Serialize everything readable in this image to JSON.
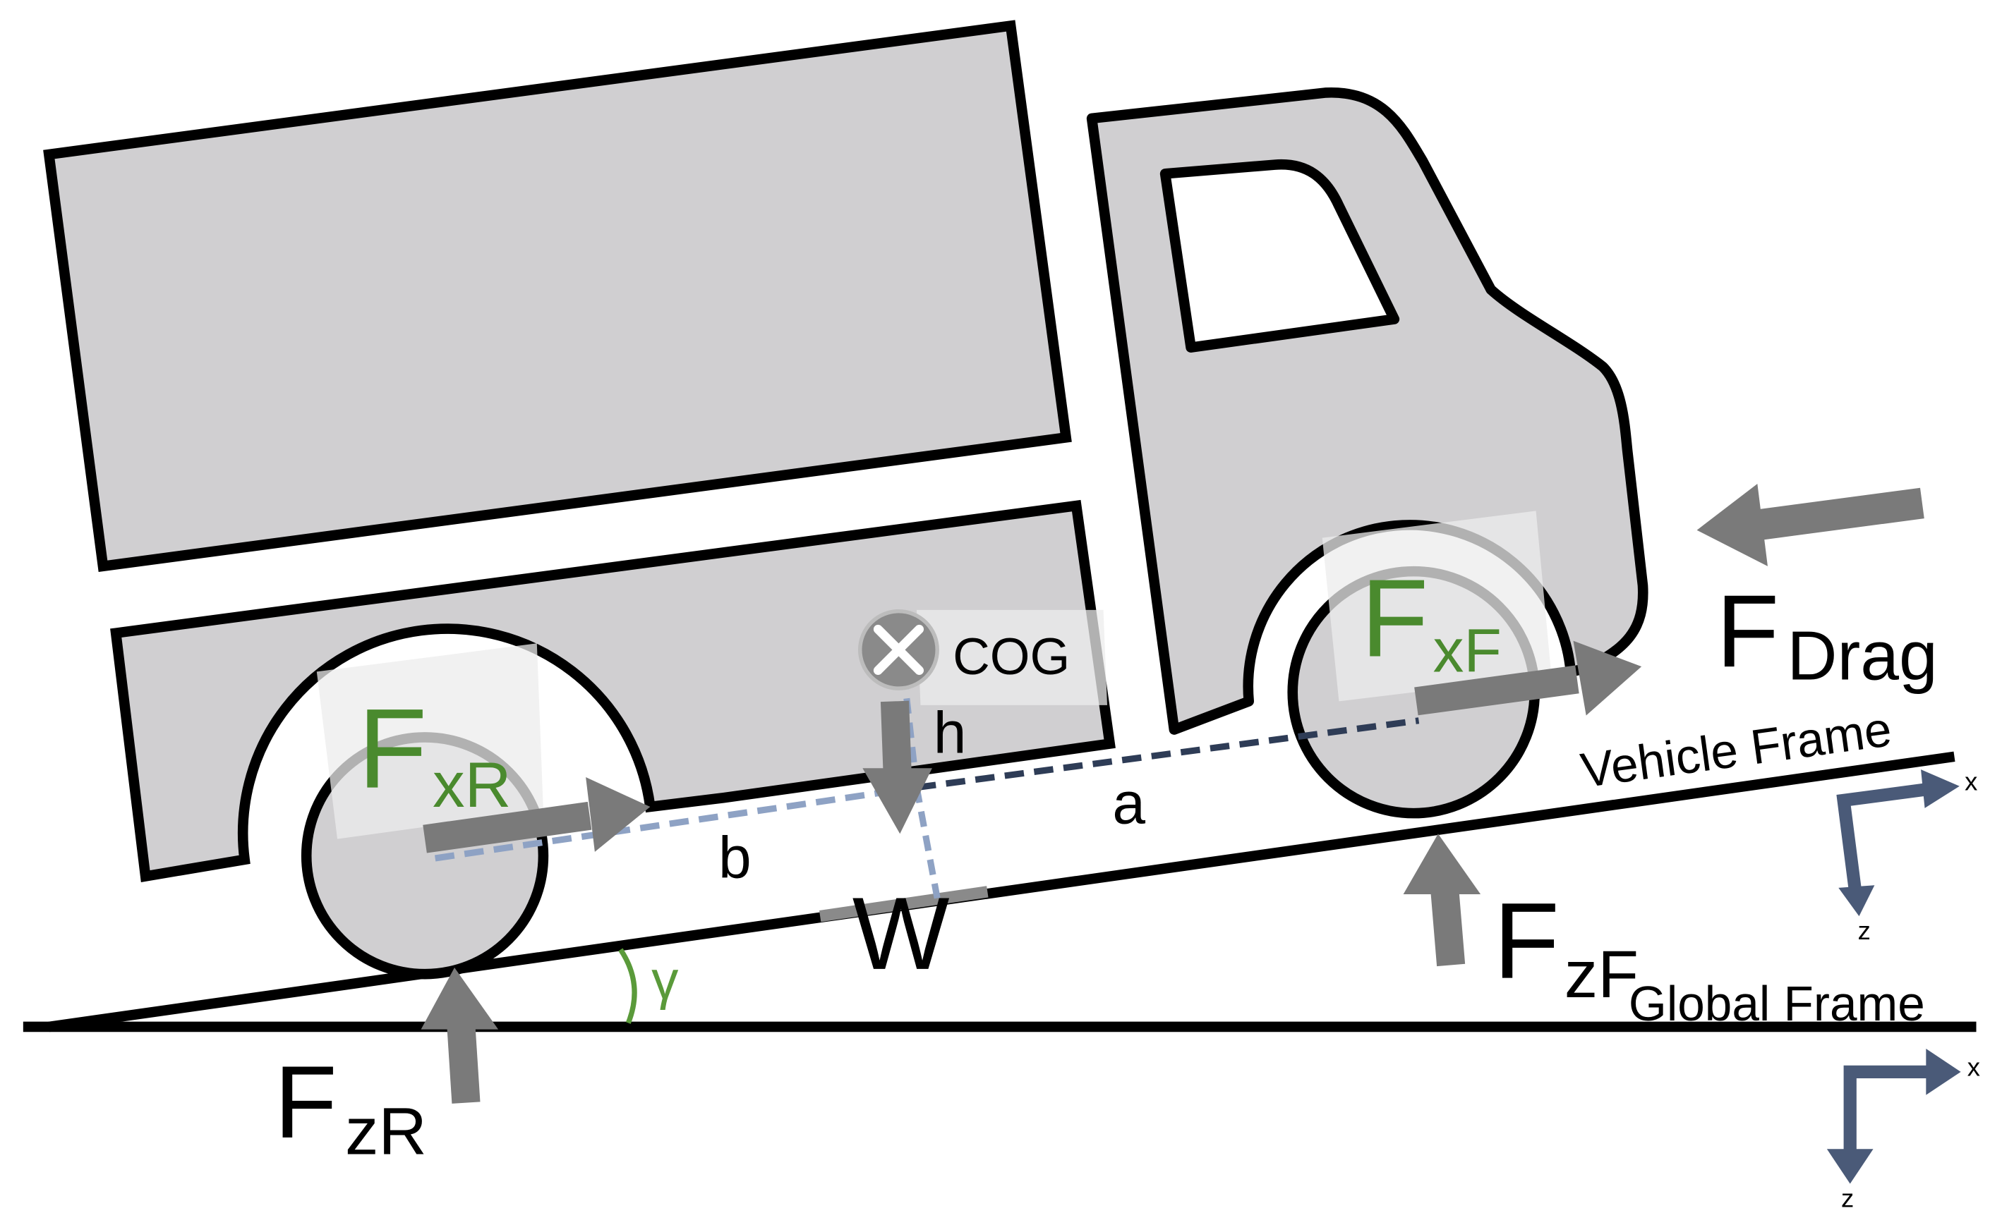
{
  "colors": {
    "body_fill": "#d0cfd1",
    "outline": "#000000",
    "force_arrow": "#7a7a7a",
    "traction_label": "#4a8a2e",
    "axis_arrow": "#4a5a78",
    "dim_dark": "#2e3c56",
    "dim_light": "#8ea2c4",
    "angle": "#5a9a3a",
    "label_backdrop": "#ececec"
  },
  "labels": {
    "fxr_main": "F",
    "fxr_sub": "xR",
    "fxf_main": "F",
    "fxf_sub": "xF",
    "fdrag_main": "F",
    "fdrag_sub": "Drag",
    "fzr_main": "F",
    "fzr_sub": "zR",
    "fzf_main": "F",
    "fzf_sub": "zF",
    "weight": "W",
    "cog": "COG",
    "dim_a": "a",
    "dim_b": "b",
    "dim_h": "h",
    "angle": "γ",
    "vehicle_frame": "Vehicle Frame",
    "global_frame": "Global Frame",
    "axis_x_vehicle": "x",
    "axis_z_vehicle": "z",
    "axis_x_global": "x",
    "axis_z_global": "z"
  },
  "icons": {
    "cog_marker": "circle-x-icon"
  }
}
